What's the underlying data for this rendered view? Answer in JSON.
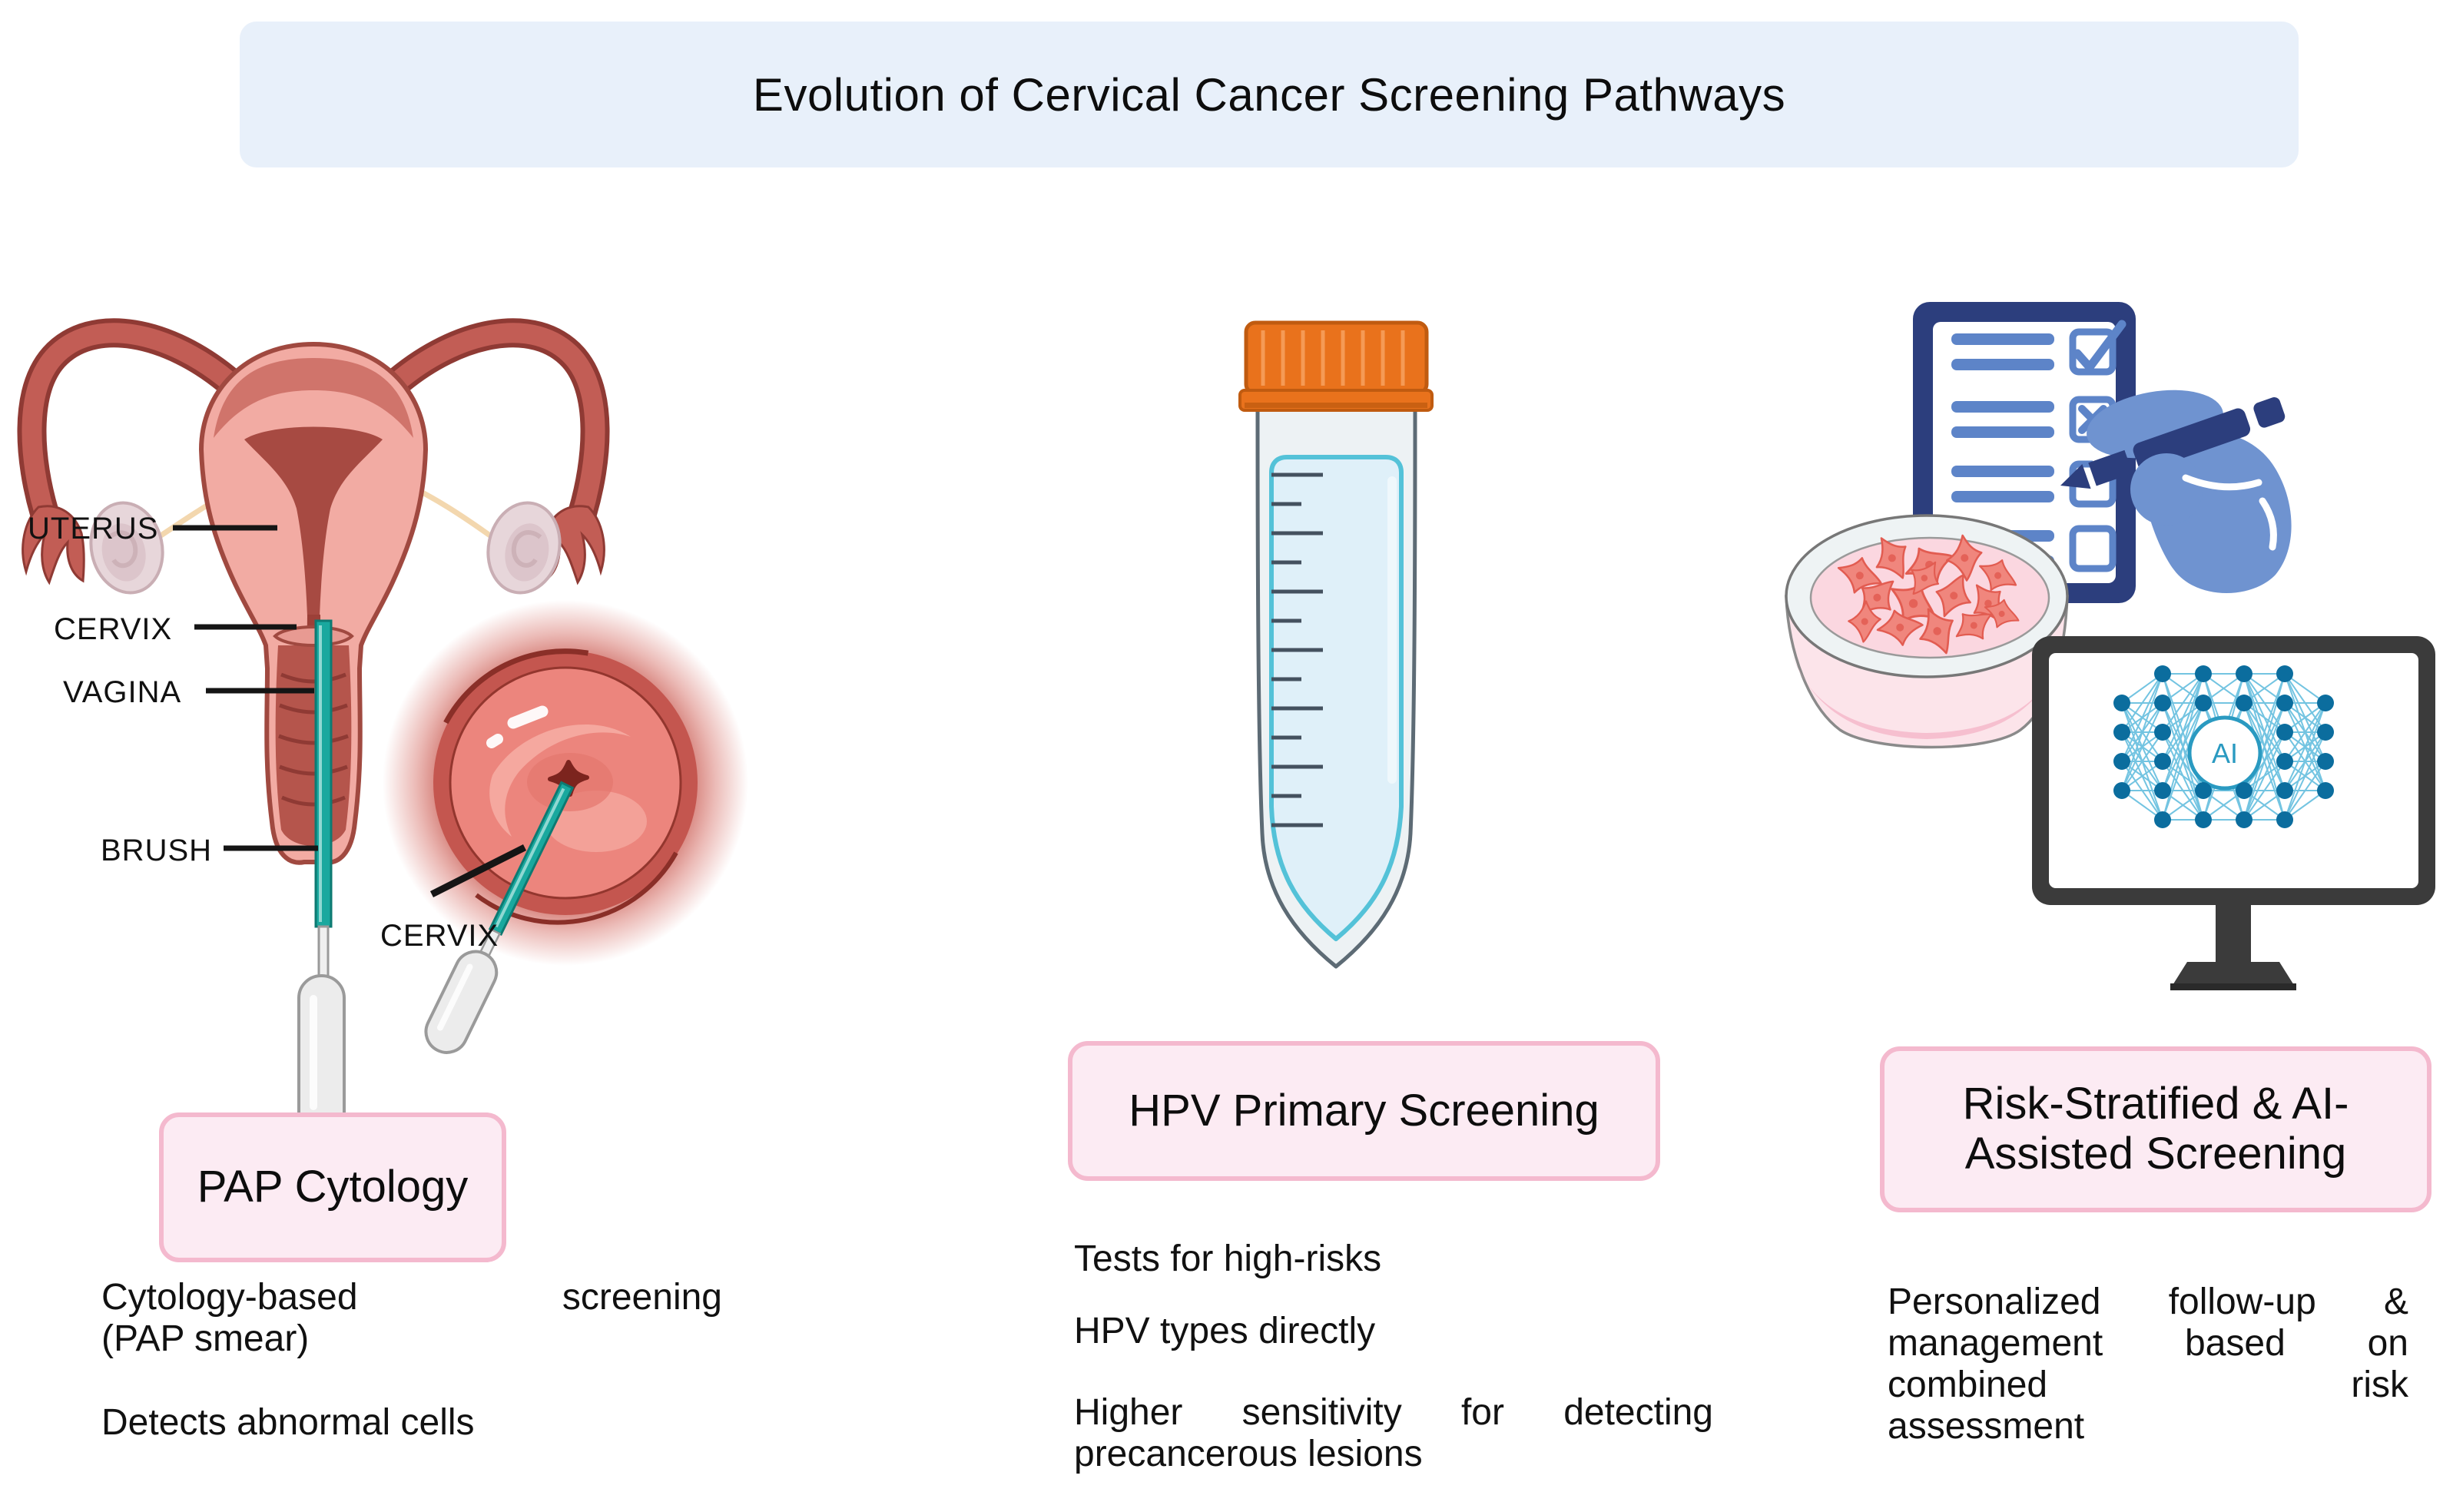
{
  "title": "Evolution of Cervical Cancer Screening Pathways",
  "colors": {
    "banner_bg": "#e8f0fa",
    "box_bg": "#fcebf3",
    "box_border": "#f4b9ce",
    "teal_brush": "#19a89e",
    "navy": "#2c3e7d",
    "hand_blue": "#6f93d0",
    "cap_orange": "#e9721c",
    "net_teal": "#2a9ac1"
  },
  "pap": {
    "box_label": "PAP Cytology",
    "anatomy": {
      "uterus": "UTERUS",
      "cervix": "CERVIX",
      "vagina": "VAGINA",
      "brush": "BRUSH",
      "cervix_closeup": "CERVIX"
    },
    "desc1": [
      "Cytology-based",
      "screening"
    ],
    "desc1b": "(PAP smear)",
    "desc2": "Detects abnormal cells"
  },
  "hpv": {
    "box_label": "HPV Primary Screening",
    "line1": "Tests for high-risks",
    "line2": "HPV types directly",
    "line3": [
      "Higher",
      "sensitivity",
      "for",
      "detecting"
    ],
    "line4": "precancerous lesions"
  },
  "risk": {
    "box_label_line1": "Risk-Stratified & AI-",
    "box_label_line2": "Assisted Screening",
    "para1": [
      "Personalized",
      "follow-up",
      "&"
    ],
    "para2": [
      "management",
      "based",
      "on"
    ],
    "para3": [
      "combined",
      "risk"
    ],
    "para4": "assessment",
    "ai_label": "AI"
  }
}
